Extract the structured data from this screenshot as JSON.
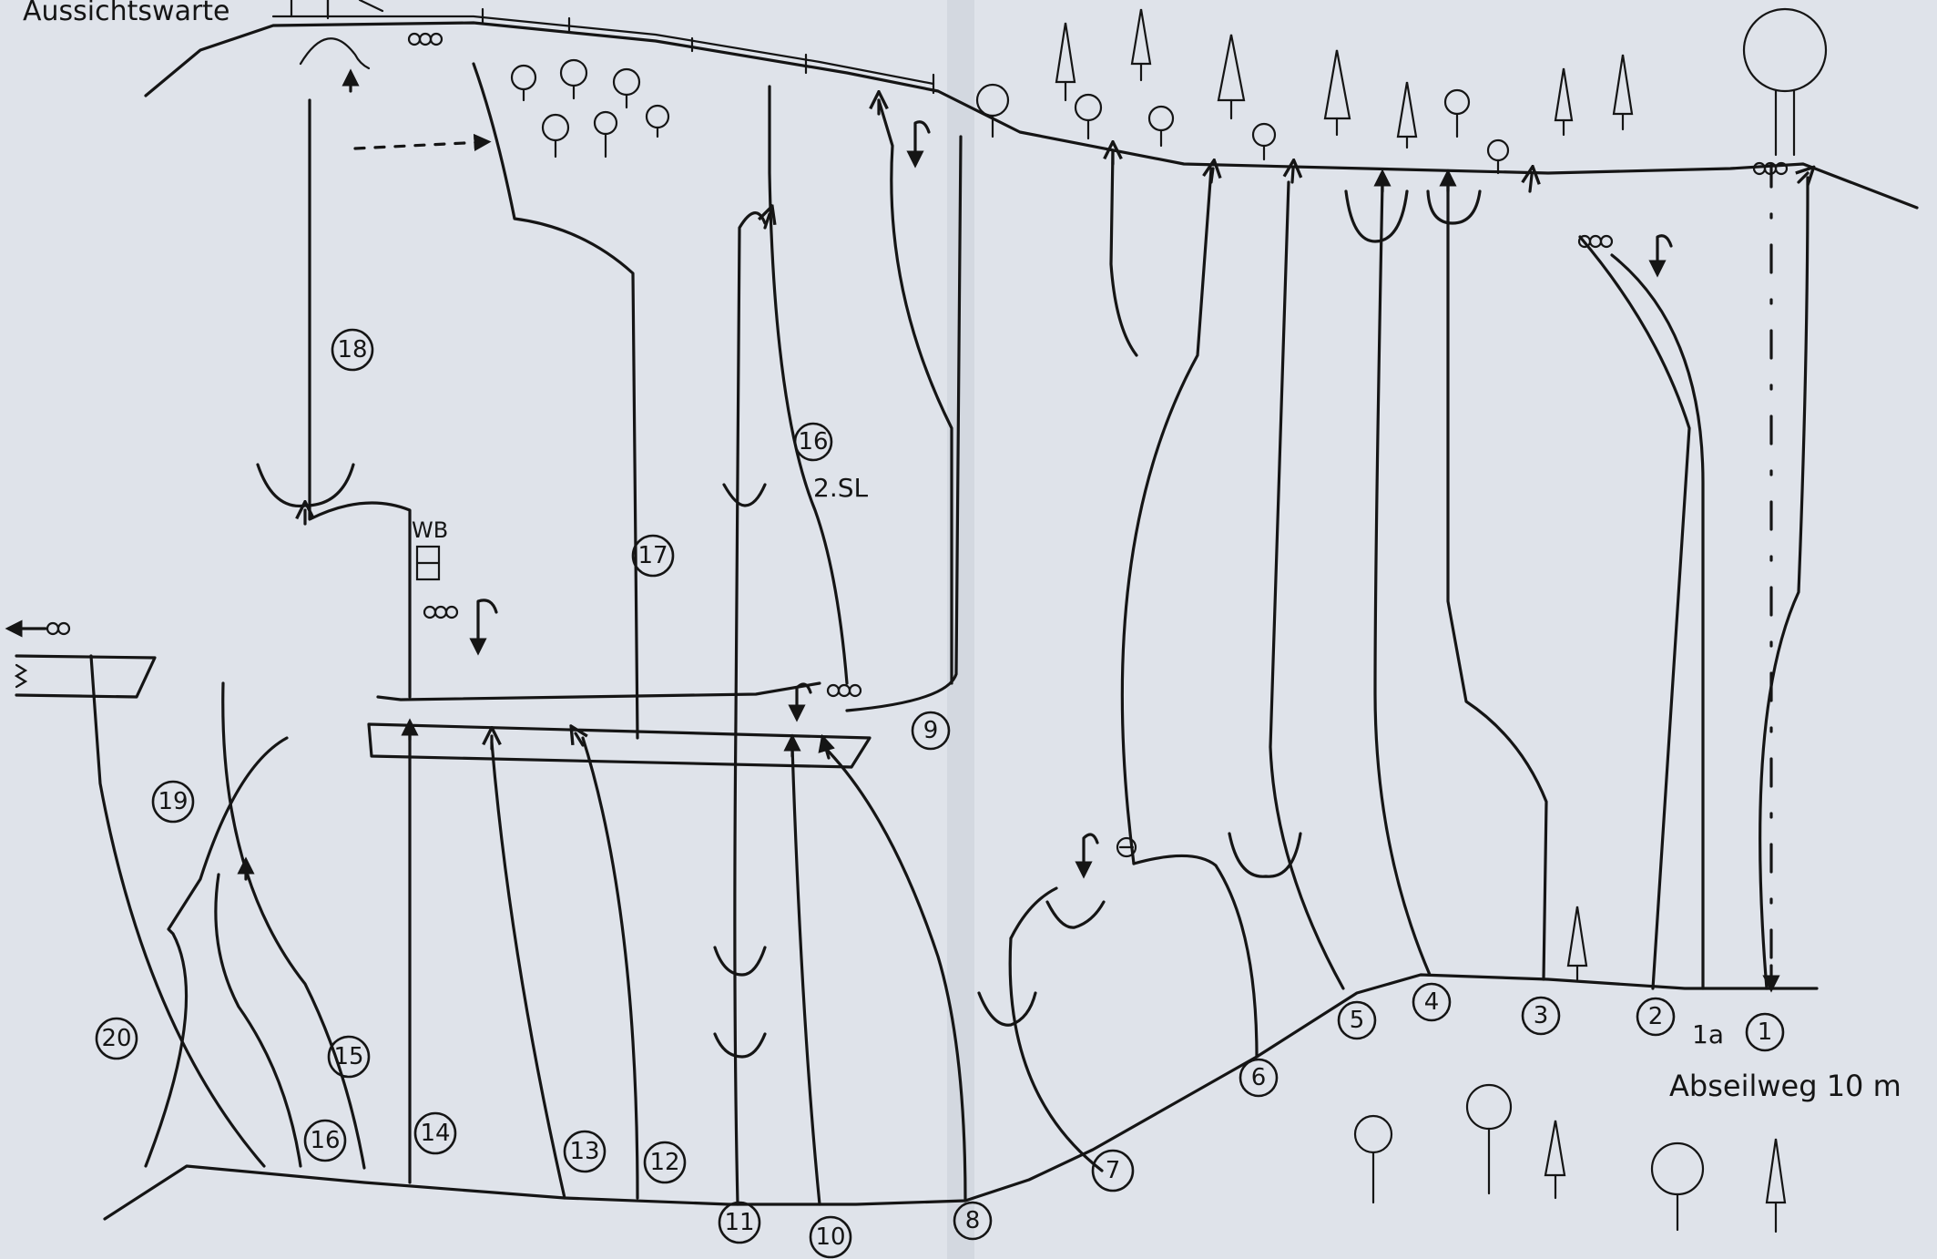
{
  "labels": {
    "viewpoint": "Aussichtswarte",
    "abseil": "Abseilweg 10 m",
    "pitch": "2.SL",
    "box": "WB"
  },
  "routes": [
    "1",
    "1a",
    "2",
    "3",
    "4",
    "5",
    "6",
    "7",
    "8",
    "9",
    "10",
    "11",
    "12",
    "13",
    "14",
    "15",
    "16",
    "16",
    "17",
    "18",
    "19",
    "20"
  ],
  "icons": [
    "anchor-chain-icon",
    "lower-off-icon",
    "ledge-icon",
    "tree-icon",
    "conifer-icon",
    "arrow-icon"
  ]
}
